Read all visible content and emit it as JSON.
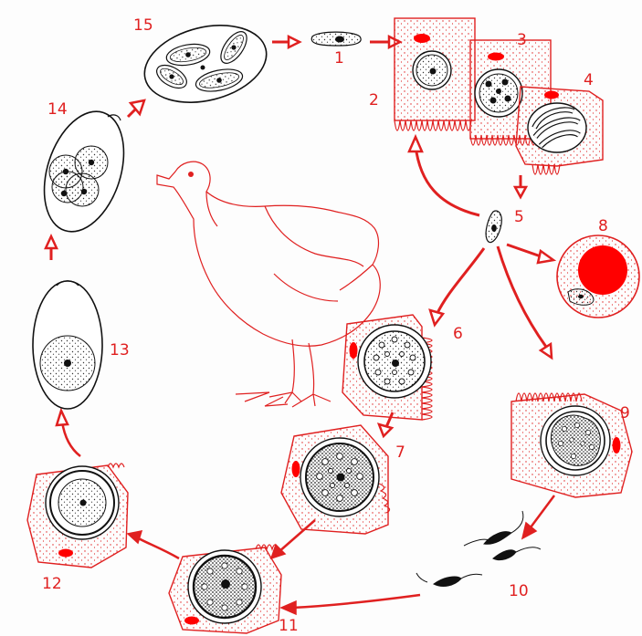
{
  "colors": {
    "accent": "#e02020",
    "ink": "#111111",
    "fill_red": "#ff0000",
    "background": "#fdfdfd"
  },
  "stages": [
    {
      "id": "1",
      "label": "1"
    },
    {
      "id": "2",
      "label": "2"
    },
    {
      "id": "3",
      "label": "3"
    },
    {
      "id": "4",
      "label": "4"
    },
    {
      "id": "5",
      "label": "5"
    },
    {
      "id": "6",
      "label": "6"
    },
    {
      "id": "7",
      "label": "7"
    },
    {
      "id": "8",
      "label": "8"
    },
    {
      "id": "9",
      "label": "9"
    },
    {
      "id": "10",
      "label": "10"
    },
    {
      "id": "11",
      "label": "11"
    },
    {
      "id": "12",
      "label": "12"
    },
    {
      "id": "13",
      "label": "13"
    },
    {
      "id": "14",
      "label": "14"
    },
    {
      "id": "15",
      "label": "15"
    }
  ],
  "icons": {
    "host": "chicken-icon",
    "sporozoite": "sporozoite-icon",
    "oocyst": "oocyst-icon",
    "host_cell": "host-cell-icon",
    "microgamete": "microgamete-icon"
  }
}
